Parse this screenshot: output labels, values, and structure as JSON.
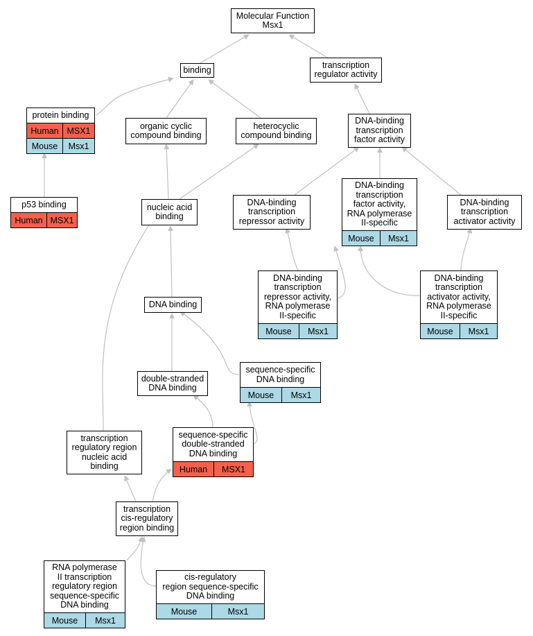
{
  "colors": {
    "human": "#f4604c",
    "mouse": "#add8e6",
    "edge": "#c0c0c0",
    "border": "#000000"
  },
  "nodes": {
    "mf": {
      "label": "Molecular Function\nMsx1"
    },
    "binding": {
      "label": "binding"
    },
    "tra": {
      "label": "transcription\nregulator activity"
    },
    "protein_binding": {
      "label": "protein binding",
      "human": {
        "species": "Human",
        "gene": "MSX1"
      },
      "mouse": {
        "species": "Mouse",
        "gene": "Msx1"
      }
    },
    "organic_cyclic": {
      "label": "organic cyclic\ncompound binding"
    },
    "heterocyclic": {
      "label": "heterocyclic\ncompound binding"
    },
    "dbtfa": {
      "label": "DNA-binding\ntranscription\nfactor activity"
    },
    "p53": {
      "label": "p53 binding",
      "human": {
        "species": "Human",
        "gene": "MSX1"
      }
    },
    "nucleic_acid": {
      "label": "nucleic acid\nbinding"
    },
    "dbtra": {
      "label": "DNA-binding\ntranscription\nrepressor activity"
    },
    "dbtfa_rnap": {
      "label": "DNA-binding\ntranscription\nfactor activity,\nRNA polymerase\nII-specific",
      "mouse": {
        "species": "Mouse",
        "gene": "Msx1"
      }
    },
    "dbtaa": {
      "label": "DNA-binding\ntranscription\nactivator activity"
    },
    "dbtra_rnap": {
      "label": "DNA-binding\ntranscription\nrepressor activity,\nRNA polymerase\nII-specific",
      "mouse": {
        "species": "Mouse",
        "gene": "Msx1"
      }
    },
    "dbtaa_rnap": {
      "label": "DNA-binding\ntranscription\nactivator activity,\nRNA polymerase\nII-specific",
      "mouse": {
        "species": "Mouse",
        "gene": "Msx1"
      }
    },
    "dna_binding": {
      "label": "DNA binding"
    },
    "seq_specific": {
      "label": "sequence-specific\nDNA binding",
      "mouse": {
        "species": "Mouse",
        "gene": "Msx1"
      }
    },
    "ds_dna": {
      "label": "double-stranded\nDNA binding"
    },
    "trr_na": {
      "label": "transcription\nregulatory region\nnucleic acid\nbinding"
    },
    "ss_ds_dna": {
      "label": "sequence-specific\ndouble-stranded\nDNA binding",
      "human": {
        "species": "Human",
        "gene": "MSX1"
      }
    },
    "tcrr": {
      "label": "transcription\ncis-regulatory\nregion binding"
    },
    "rnap_trr": {
      "label": "RNA polymerase\nII transcription\nregulatory region\nsequence-specific\nDNA binding",
      "mouse": {
        "species": "Mouse",
        "gene": "Msx1"
      }
    },
    "crr_ss": {
      "label": "cis-regulatory\nregion sequence-specific\nDNA binding",
      "mouse": {
        "species": "Mouse",
        "gene": "Msx1"
      }
    }
  }
}
